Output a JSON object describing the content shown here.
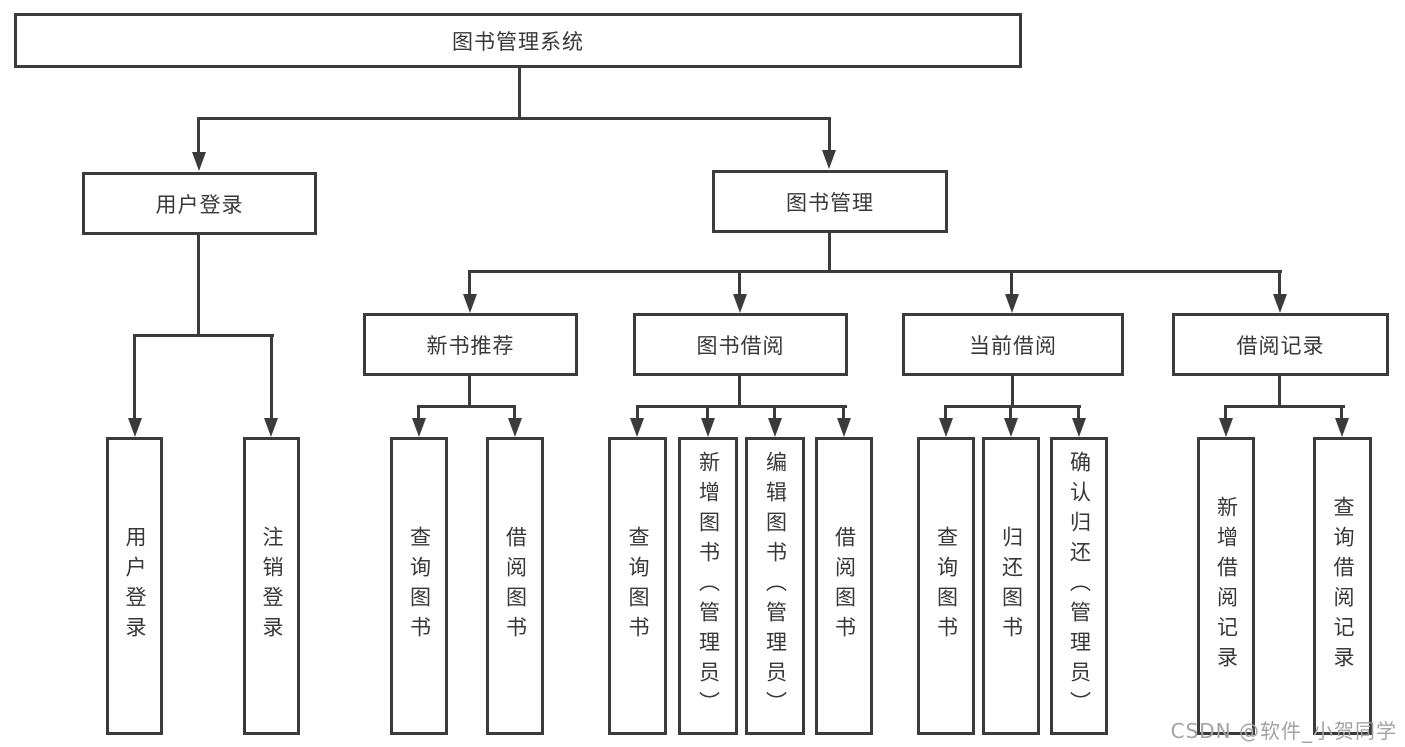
{
  "tree": {
    "label": "图书管理系统",
    "children": [
      {
        "label": "用户登录",
        "children": [
          {
            "label": "用户登录"
          },
          {
            "label": "注销登录"
          }
        ]
      },
      {
        "label": "图书管理",
        "children": [
          {
            "label": "新书推荐",
            "children": [
              {
                "label": "查询图书"
              },
              {
                "label": "借阅图书"
              }
            ]
          },
          {
            "label": "图书借阅",
            "children": [
              {
                "label": "查询图书"
              },
              {
                "label": "新增图书（管理员）"
              },
              {
                "label": "编辑图书（管理员）"
              },
              {
                "label": "借阅图书"
              }
            ]
          },
          {
            "label": "当前借阅",
            "children": [
              {
                "label": "查询图书"
              },
              {
                "label": "归还图书"
              },
              {
                "label": "确认归还（管理员）"
              }
            ]
          },
          {
            "label": "借阅记录",
            "children": [
              {
                "label": "新增借阅记录"
              },
              {
                "label": "查询借阅记录"
              }
            ]
          }
        ]
      }
    ]
  },
  "watermark": {
    "text": "CSDN @软件_小贺同学"
  },
  "colors": {
    "stroke": "#3b3b3b",
    "node_text": "#383838",
    "background": "#ffffff",
    "watermark": "#a3a3a3"
  }
}
